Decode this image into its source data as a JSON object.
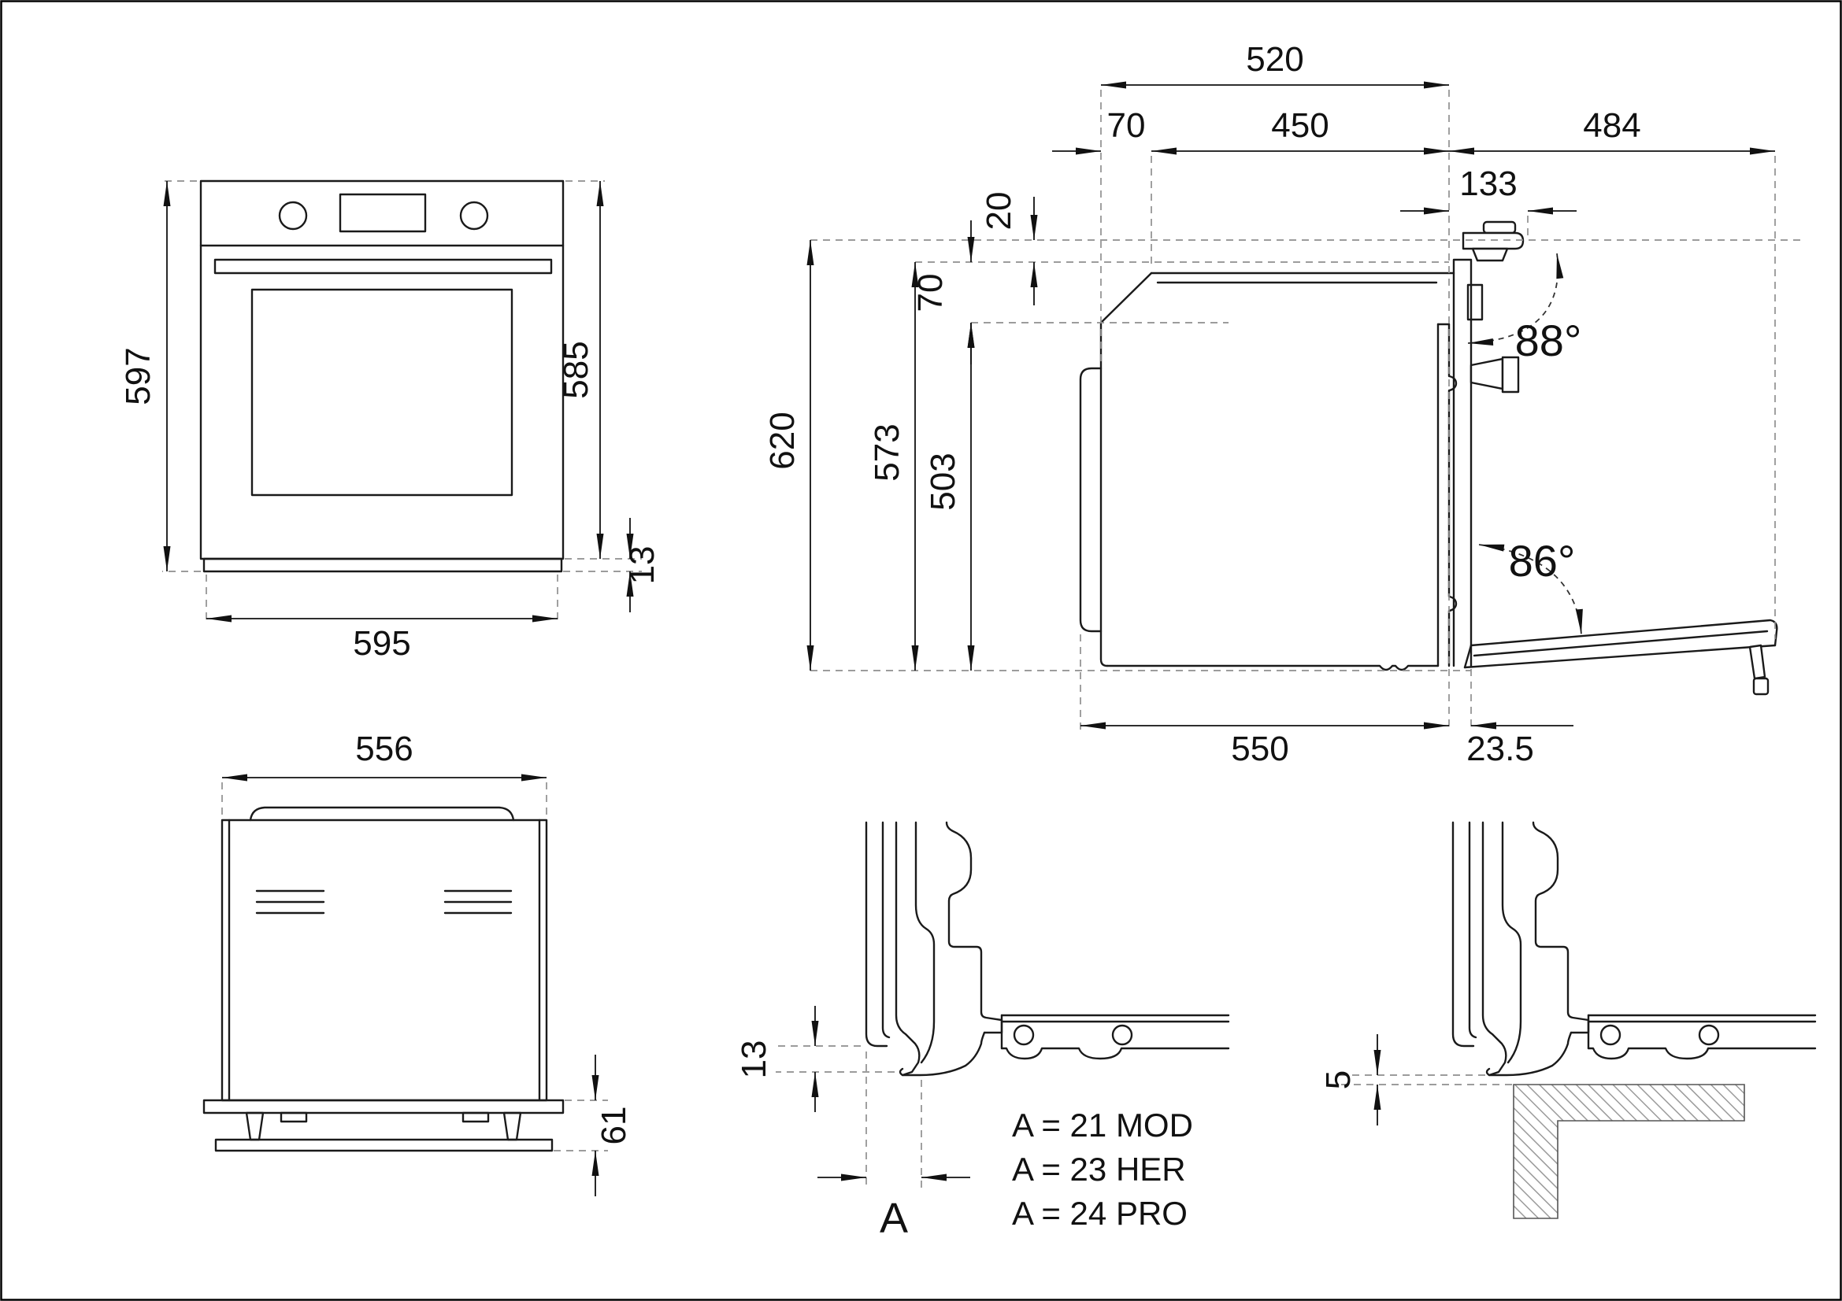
{
  "drawing": {
    "front_view": {
      "height": "597",
      "door_height": "585",
      "bottom_strip": "13",
      "width": "595"
    },
    "side_view": {
      "depth_top": "520",
      "back_clearance": "70",
      "upper_depth": "450",
      "door_swing": "484",
      "hinge_offset": "133",
      "top_gap": "20",
      "panel_height": "70",
      "total_height": "620",
      "body_height": "573",
      "lower_height": "503",
      "open_angle_upper": "88°",
      "open_angle_lower": "86°",
      "body_depth": "550",
      "door_thickness": "23.5"
    },
    "rear_view": {
      "width": "556",
      "base_height": "61"
    },
    "detail_a": {
      "edge_gap": "13",
      "label": "A",
      "notes": [
        "A = 21 MOD",
        "A = 23 HER",
        "A = 24 PRO"
      ]
    },
    "detail_counter": {
      "gap": "5"
    }
  }
}
